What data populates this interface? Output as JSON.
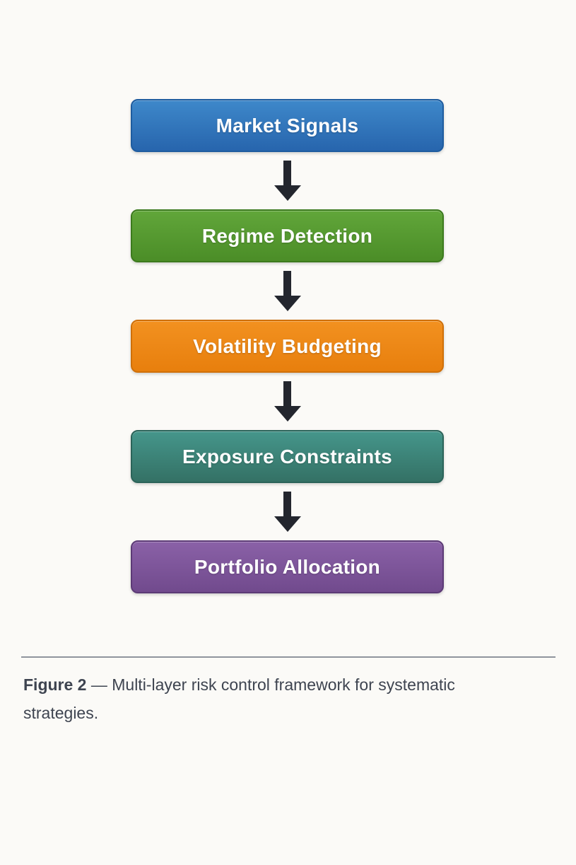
{
  "figure": {
    "nodes": [
      {
        "label": "Market Signals",
        "color_top": "#3e88ca",
        "color_bottom": "#2765ad",
        "border": "#1e5c9f"
      },
      {
        "label": "Regime Detection",
        "color_top": "#61a63a",
        "color_bottom": "#4b8d27",
        "border": "#3c7a1d"
      },
      {
        "label": "Volatility Budgeting",
        "color_top": "#f29120",
        "color_bottom": "#e87f0d",
        "border": "#cf7009"
      },
      {
        "label": "Exposure Constraints",
        "color_top": "#45968b",
        "color_bottom": "#347165",
        "border": "#2b6359"
      },
      {
        "label": "Portfolio Allocation",
        "color_top": "#8a61a7",
        "color_bottom": "#714a8d",
        "border": "#5c3a76"
      }
    ],
    "arrow_color": "#23262e"
  },
  "divider_color": "#8f949d",
  "caption": {
    "label": "Figure 2",
    "separator": "—",
    "text": "Multi-layer risk control framework for systematic strategies."
  }
}
